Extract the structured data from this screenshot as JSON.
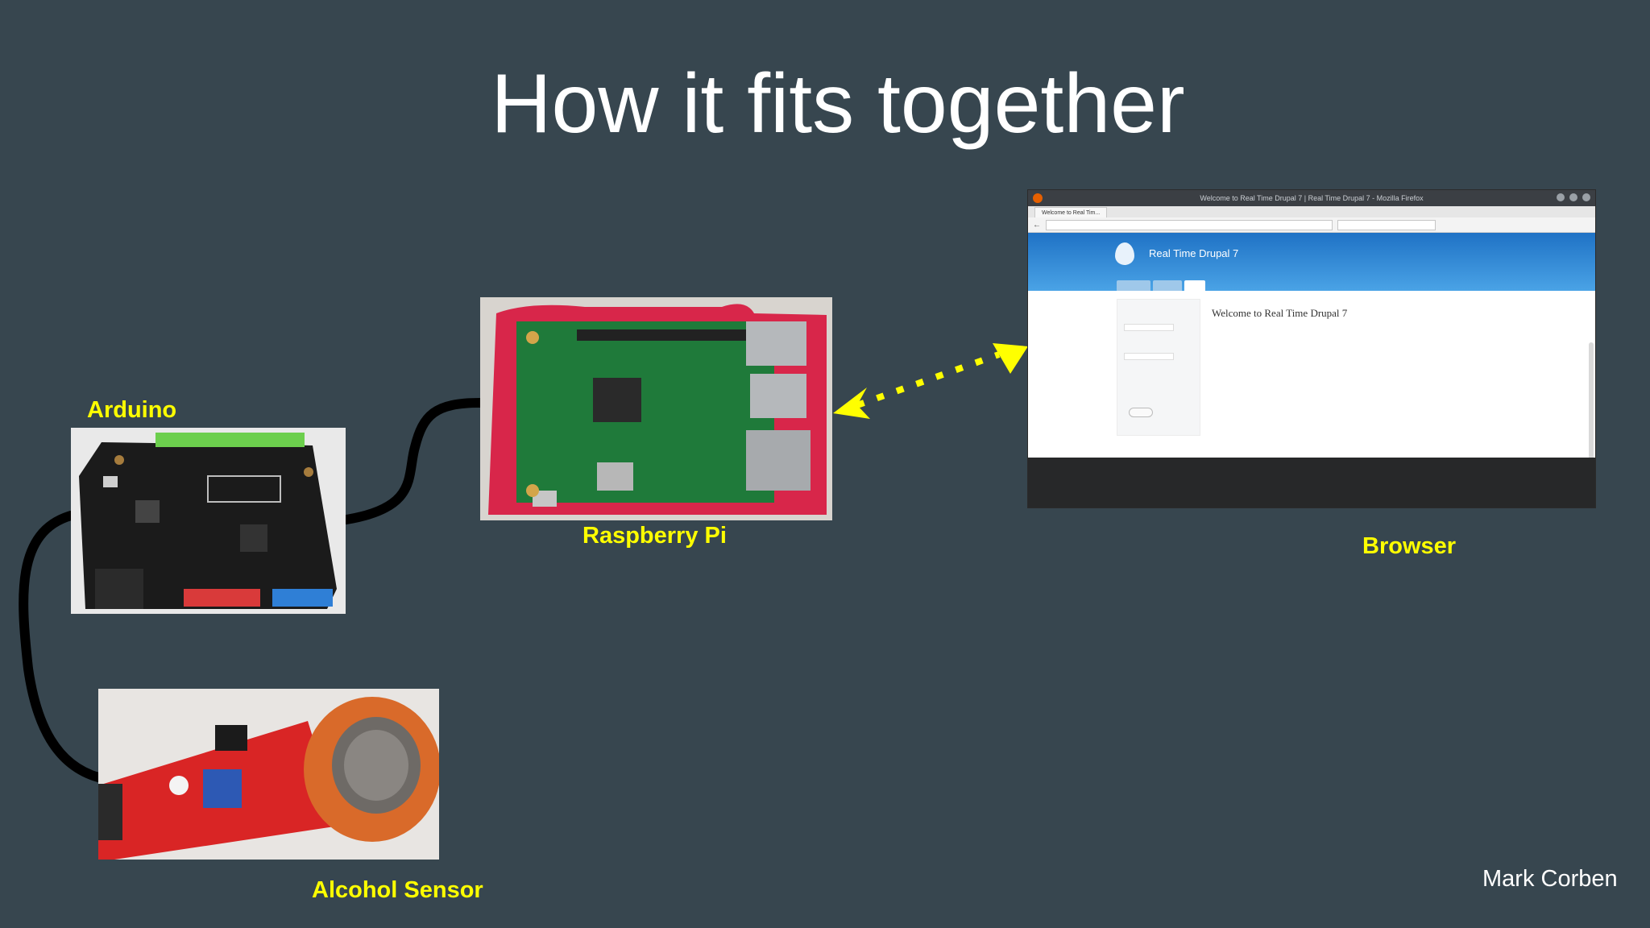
{
  "slide": {
    "title": "How it fits together",
    "author": "Mark Corben"
  },
  "labels": {
    "arduino": "Arduino",
    "raspberry_pi": "Raspberry Pi",
    "browser": "Browser",
    "alcohol_sensor": "Alcohol Sensor"
  },
  "browser_window": {
    "window_title": "Welcome to Real Time Drupal 7 | Real Time Drupal 7 - Mozilla Firefox",
    "tab_label": "Welcome to Real Tim...",
    "site_name": "Real Time Drupal 7",
    "page_heading": "Welcome to Real Time Drupal 7"
  },
  "colors": {
    "background": "#37464f",
    "label": "#ffff00",
    "title": "#ffffff",
    "connector": "#000000",
    "arrow": "#ffff00"
  },
  "icons": [
    "firefox-icon",
    "drupal-logo-icon"
  ]
}
